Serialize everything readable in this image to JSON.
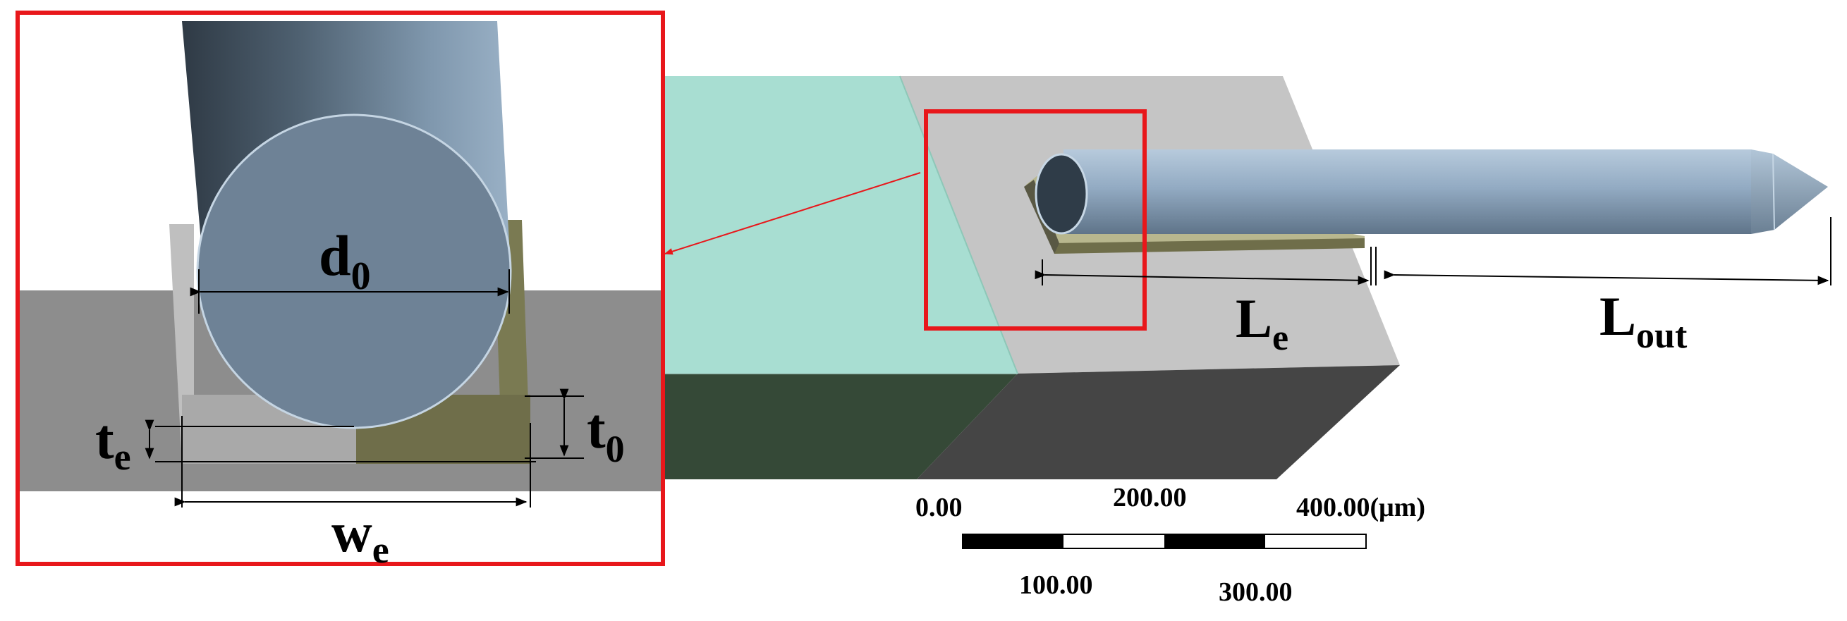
{
  "labels": {
    "d": {
      "main": "d",
      "sub": "0"
    },
    "t_e": {
      "main": "t",
      "sub": "e"
    },
    "t_0": {
      "main": "t",
      "sub": "0"
    },
    "w_e": {
      "main": "w",
      "sub": "e"
    },
    "L_e": {
      "main": "L",
      "sub": "e"
    },
    "L_out": {
      "main": "L",
      "sub": "out"
    }
  },
  "scale_bar": {
    "top_ticks": [
      "0.00",
      "200.00",
      "400.00(μm)"
    ],
    "bottom_ticks": [
      "100.00",
      "300.00"
    ]
  },
  "colors": {
    "highlight": "#e8171b",
    "fiber": "#8fa6bd",
    "fiber_end": "#6e8296",
    "electrode": "#6f6e4a",
    "matrix_teal": "#a8ded2",
    "matrix_gray": "#c5c5c5",
    "dark_gray": "#454545",
    "dark_green": "#354937",
    "inset_gray": "#8d8d8d"
  }
}
